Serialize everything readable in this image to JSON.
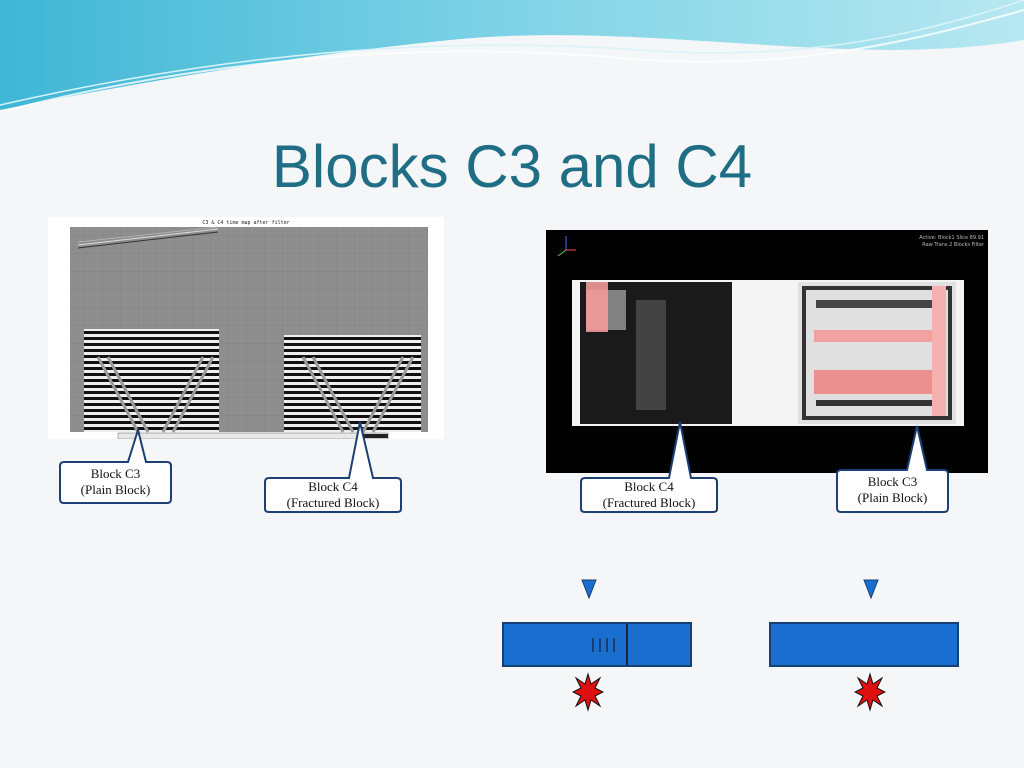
{
  "slide": {
    "title": "Blocks C3 and C4"
  },
  "gpr_panel": {
    "header": "C3 & C4 time map after filter",
    "callouts": [
      {
        "line1": "Block C3",
        "line2": "(Plain Block)"
      },
      {
        "line1": "Block C4",
        "line2": "(Fractured Block)"
      }
    ]
  },
  "tomo_panel": {
    "info_line1": "Active: Block1 Slice 89.91",
    "info_line2": "Raw Trans 2 Blocks Filter",
    "callouts": [
      {
        "line1": "Block C4",
        "line2": "(Fractured Block)"
      },
      {
        "line1": "Block C3",
        "line2": "(Plain Block)"
      }
    ]
  },
  "colors": {
    "title": "#1f6e86",
    "block_fill": "#1a6ed0",
    "block_border": "#163f72",
    "callout_border": "#1e3f73",
    "burst": "#e01010"
  }
}
